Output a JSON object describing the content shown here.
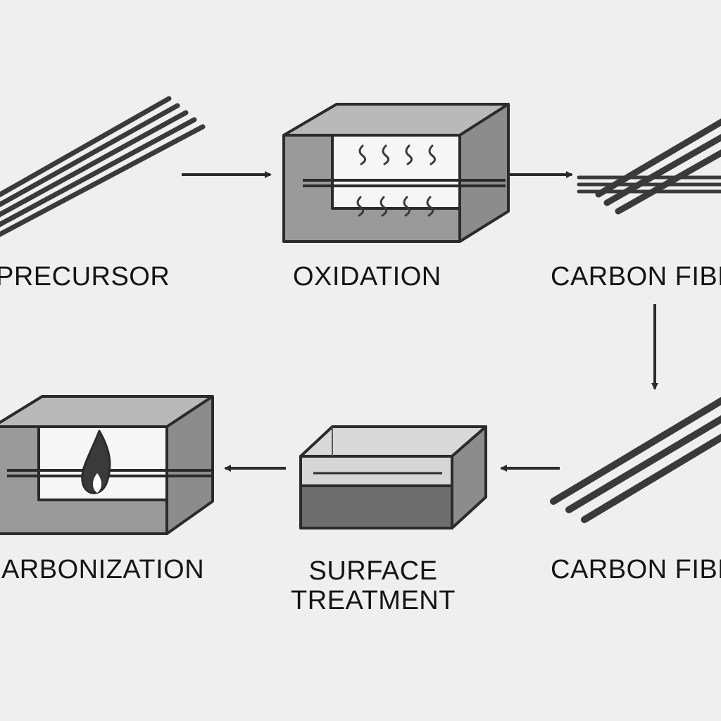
{
  "stages": {
    "precursor": "PRECURSOR",
    "oxidation": "OXIDATION",
    "carbon_fiber_top": "CARBON FIBER",
    "carbon_fiber_bottom": "CARBON FIBER",
    "carbonization": "CARBONIZATION",
    "surface_treatment_line1": "SURFACE",
    "surface_treatment_line2": "TREATMENT"
  },
  "colors": {
    "background": "#efefef",
    "ink": "#2b2b2b",
    "furnace_front": "#9a9a9a",
    "furnace_top": "#b9b9b9",
    "furnace_side": "#8c8c8c",
    "liquid": "#6e6e6e",
    "fiber": "#3a3a3a"
  }
}
